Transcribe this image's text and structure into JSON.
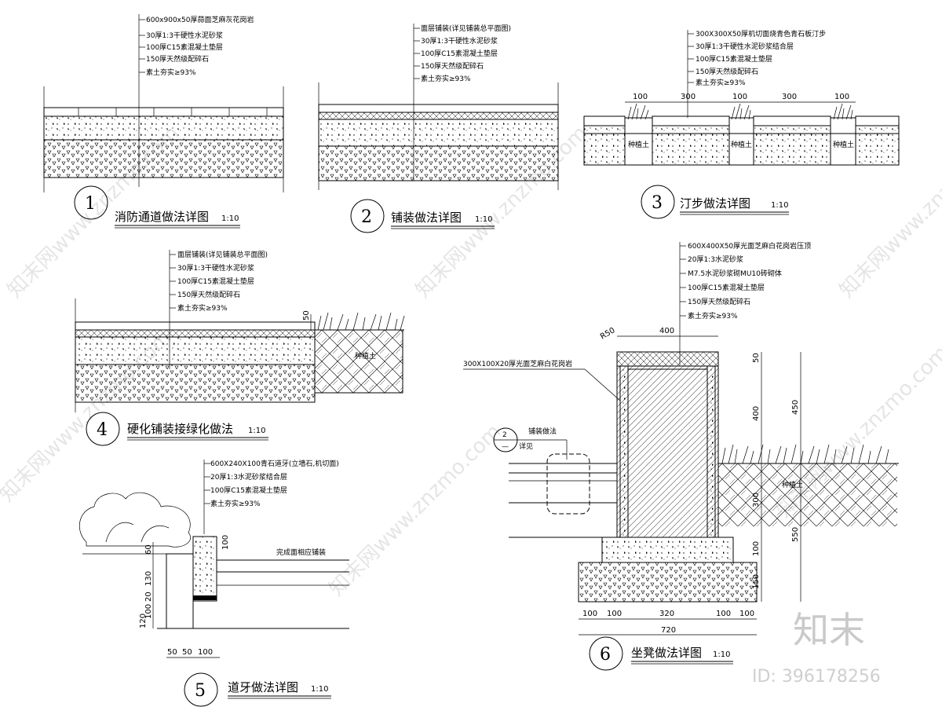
{
  "sheet": {
    "details": [
      {
        "id": "1",
        "title": "消防通道做法详图",
        "scale": "1:10",
        "layers": [
          "600x900x50厚蒜面芝麻灰花岗岩",
          "30厚1:3干硬性水泥砂浆",
          "100厚C15素混凝土垫层",
          "150厚天然级配碎石",
          "素土夯实≥93%"
        ]
      },
      {
        "id": "2",
        "title": "铺装做法详图",
        "scale": "1:10",
        "layers": [
          "面层铺装(详见铺装总平面图)",
          "30厚1:3干硬性水泥砂浆",
          "100厚C15素混凝土垫层",
          "150厚天然级配碎石",
          "素土夯实≥93%"
        ]
      },
      {
        "id": "3",
        "title": "汀步做法详图",
        "scale": "1:10",
        "layers": [
          "300X300X50厚机切面烧青色青石板汀步",
          "30厚1:3干硬性水泥砂浆结合层",
          "100厚C15素混凝土垫层",
          "150厚天然级配碎石",
          "素土夯实≥93%"
        ],
        "dims": [
          "100",
          "300",
          "100",
          "300",
          "100"
        ],
        "soil_labels": [
          "种植土",
          "种植土",
          "种植土"
        ]
      },
      {
        "id": "4",
        "title": "硬化铺装接绿化做法",
        "scale": "1:10",
        "layers": [
          "面层铺装(详见铺装总平面图)",
          "30厚1:3干硬性水泥砂浆",
          "100厚C15素混凝土垫层",
          "150厚天然级配碎石",
          "素土夯实≥93%"
        ],
        "dims": [
          "50"
        ],
        "soil_label": "种植土"
      },
      {
        "id": "5",
        "title": "道牙做法详图",
        "scale": "1:10",
        "layers": [
          "600X240X100青石道牙(立墙石,机切面)",
          "20厚1:3水泥砂浆结合层",
          "100厚C15素混凝土垫层",
          "素土夯实≥93%"
        ],
        "note": "完成面相应铺装",
        "dims_vertical": [
          "100",
          "60",
          "130",
          "100",
          "20",
          "120"
        ],
        "dims_bottom": [
          "50",
          "50",
          "100"
        ]
      },
      {
        "id": "6",
        "title": "坐凳做法详图",
        "scale": "1:10",
        "layers": [
          "600X400X50厚光面芝麻白花岗岩压顶",
          "20厚1:3水泥砂浆",
          "M7.5水泥砂浆砌MU10砖砌体",
          "100厚C15素混凝土垫层",
          "150厚天然级配碎石",
          "素土夯实≥93%"
        ],
        "side_note": "300X100X20厚光面芝麻白花岗岩",
        "ref_note": "铺装做法",
        "ref_detail": "详见",
        "ref_bubble_top": "2",
        "ref_bubble_bottom": "—",
        "radius": "R50",
        "dims_top": [
          "400"
        ],
        "dims_right_inner": [
          "50",
          "400",
          "300",
          "100",
          "150"
        ],
        "dims_right_outer": [
          "450",
          "550"
        ],
        "dims_bottom": [
          "100",
          "100",
          "320",
          "100",
          "100"
        ],
        "dims_total": [
          "720"
        ],
        "soil_label": "种植土"
      }
    ]
  },
  "watermarks": {
    "text": [
      "知末网www.znzmo.com"
    ],
    "logo": "知末",
    "id_label": "ID: 396178256"
  }
}
